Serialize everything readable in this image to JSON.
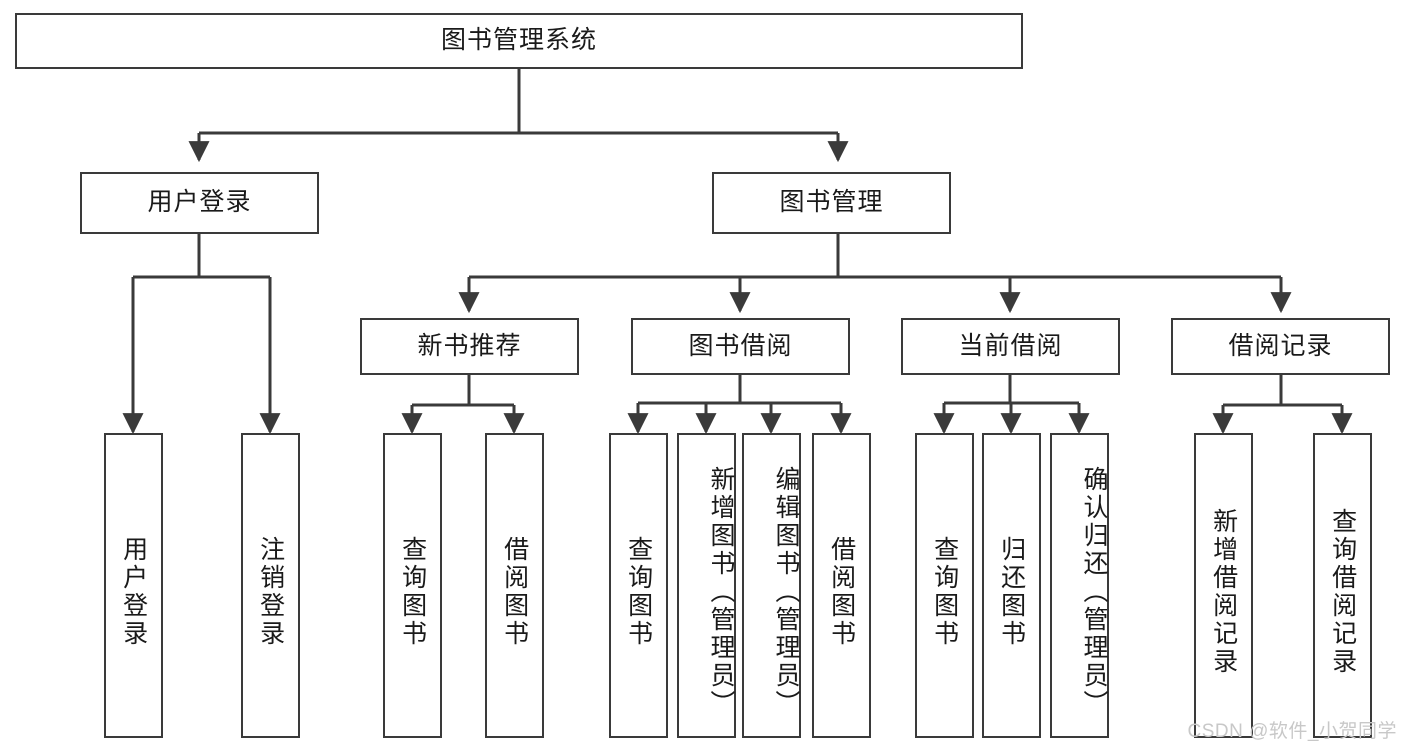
{
  "diagram": {
    "title": "图书管理系统",
    "type": "tree-hierarchy-chart",
    "watermark": "CSDN @软件_小贺同学",
    "colors": {
      "stroke": "#3a3a3a",
      "fill": "#ffffff",
      "text": "#1a1a1a",
      "watermark": "#c8c8c8"
    },
    "nodes": {
      "root": {
        "label": "图书管理系统"
      },
      "level1": [
        {
          "label": "用户登录"
        },
        {
          "label": "图书管理"
        }
      ],
      "level2": [
        {
          "label": "新书推荐"
        },
        {
          "label": "图书借阅"
        },
        {
          "label": "当前借阅"
        },
        {
          "label": "借阅记录"
        }
      ],
      "leaves_user_login": [
        {
          "label": "用户登录"
        },
        {
          "label": "注销登录"
        }
      ],
      "leaves_new_book": [
        {
          "label": "查询图书"
        },
        {
          "label": "借阅图书"
        }
      ],
      "leaves_borrow": [
        {
          "label": "查询图书"
        },
        {
          "label": "新增图书（管理员）"
        },
        {
          "label": "编辑图书（管理员）"
        },
        {
          "label": "借阅图书"
        }
      ],
      "leaves_current": [
        {
          "label": "查询图书"
        },
        {
          "label": "归还图书"
        },
        {
          "label": "确认归还（管理员）"
        }
      ],
      "leaves_record": [
        {
          "label": "新增借阅记录"
        },
        {
          "label": "查询借阅记录"
        }
      ]
    }
  }
}
